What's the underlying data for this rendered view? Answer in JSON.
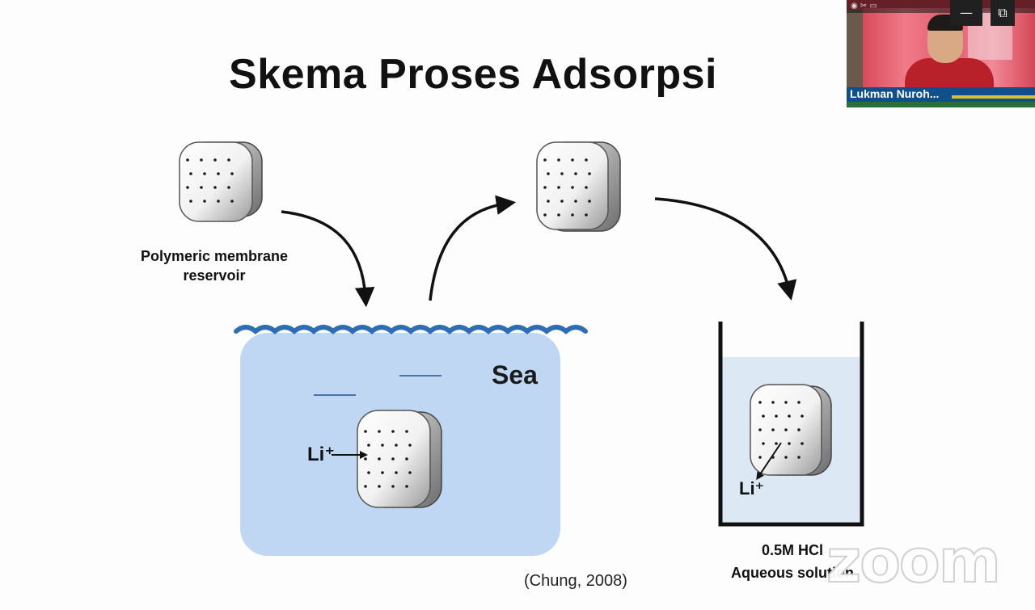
{
  "slide": {
    "title": "Skema Proses Adsorpsi",
    "membrane_label_line1": "Polymeric membrane",
    "membrane_label_line2": "reservoir",
    "sea_label": "Sea",
    "li_left": "Li⁺",
    "li_right": "Li⁺",
    "hcl_line1": "0.5M HCl",
    "hcl_line2": "Aqueous solution",
    "citation": "(Chung, 2008)"
  },
  "video": {
    "participant_name": "Lukman Nuroh...",
    "minimize_icon": "—",
    "restore_icon": "⧉"
  },
  "watermark": {
    "text": "zoom"
  },
  "colors": {
    "sea_fill": "#bfd7f2",
    "wave": "#2f6db4",
    "beaker_liquid": "#dde8f5",
    "arrow": "#111111"
  }
}
